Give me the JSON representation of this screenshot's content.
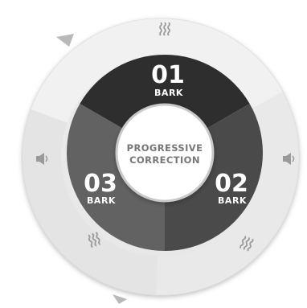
{
  "diagram": {
    "center": {
      "line1": "PROGRESSIVE",
      "line2": "CORRECTION"
    },
    "steps": [
      {
        "number": "01",
        "label": "BARK"
      },
      {
        "number": "02",
        "label": "BARK"
      },
      {
        "number": "03",
        "label": "BARK"
      }
    ],
    "outer_icons": [
      "wave-icon",
      "speaker-icon",
      "wave-icon",
      "wave-icon",
      "speaker-icon"
    ],
    "colors": {
      "segment_1": "#2e2e2e",
      "segment_2": "#4a4a4a",
      "segment_3": "#626262",
      "outer_ring_light": "#ededed",
      "outer_ring_mid": "#dedede",
      "center_fill": "#ffffff",
      "text_gray": "#777777",
      "icon_gray": "#9a9a9a"
    }
  }
}
